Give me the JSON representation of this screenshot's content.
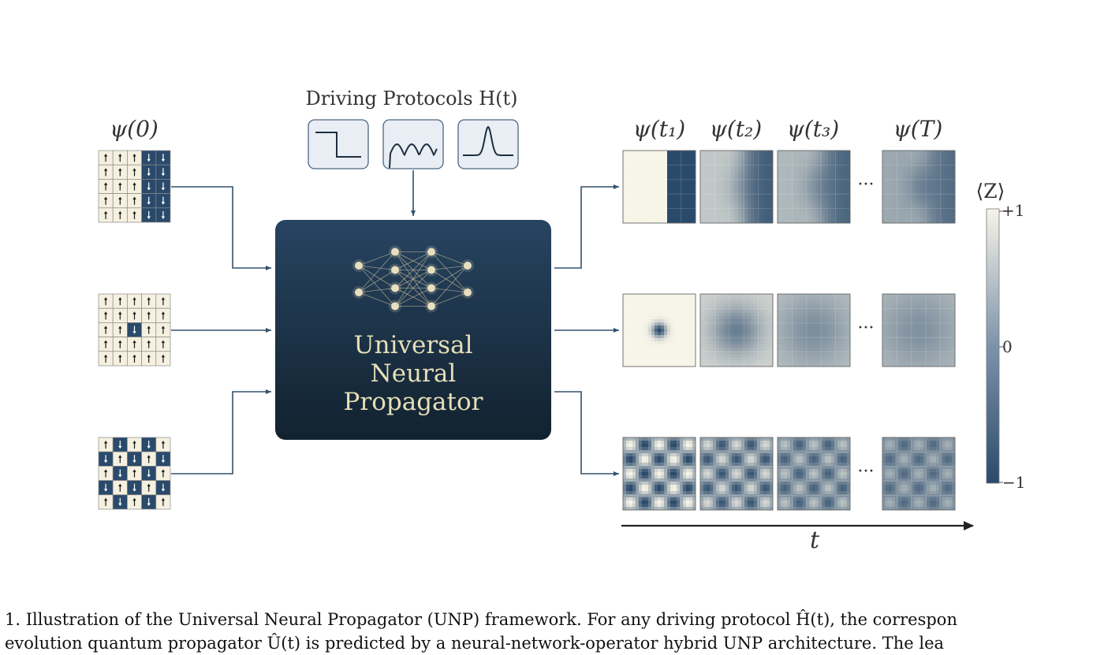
{
  "driving": {
    "title": "Driving Protocols H(t)",
    "protocols": [
      "step-down",
      "oscillating",
      "pulse"
    ]
  },
  "inputs": {
    "label": "ψ(0)",
    "lattices": [
      {
        "pattern": "domain-wall",
        "size": 5
      },
      {
        "pattern": "single-flip",
        "size": 5
      },
      {
        "pattern": "checkerboard",
        "size": 5
      }
    ]
  },
  "unp": {
    "line1": "Universal",
    "line2": "Neural",
    "line3": "Propagator",
    "network_layers": [
      2,
      4,
      4,
      2
    ]
  },
  "outputs": {
    "time_labels": [
      "ψ(t₁)",
      "ψ(t₂)",
      "ψ(t₃)",
      "ψ(T)"
    ],
    "ellipsis": "···",
    "rows": [
      {
        "pattern": "domain-wall",
        "decay": [
          0.0,
          0.45,
          0.6,
          0.75
        ]
      },
      {
        "pattern": "single-flip",
        "decay": [
          0.0,
          0.55,
          0.85,
          0.95
        ]
      },
      {
        "pattern": "checkerboard",
        "decay": [
          0.0,
          0.25,
          0.45,
          0.6
        ]
      }
    ],
    "axis_label": "t"
  },
  "colorbar": {
    "title": "⟨Z⟩",
    "ticks": [
      "+1",
      "0",
      "−1"
    ],
    "colors": {
      "high": "#f7f4e8",
      "low": "#2a4a6b"
    }
  },
  "colors": {
    "navy": "#1e3650",
    "navy_dark": "#14263a",
    "cream": "#f5f0df",
    "node": "#e8dfbf",
    "protocol_fill": "#e9eef5",
    "protocol_stroke": "#4a6680"
  },
  "caption": {
    "line1": "1. Illustration of the Universal Neural Propagator (UNP) framework. For any driving protocol Ĥ(t), the correspon",
    "line2": "evolution quantum propagator Û(t) is predicted by a neural-network-operator hybrid UNP architecture. The lea"
  }
}
